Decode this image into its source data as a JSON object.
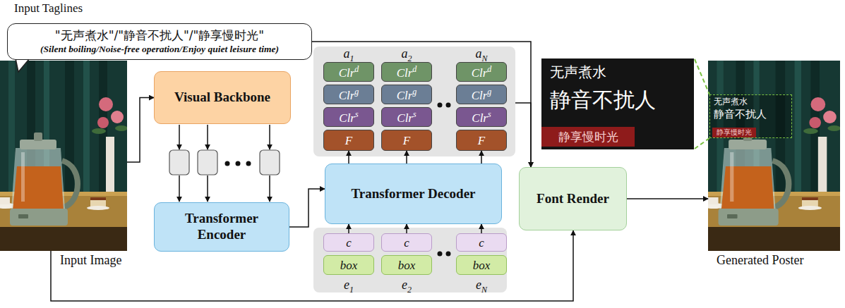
{
  "diagram": {
    "nodes": [
      {
        "text": [
          "\"无声煮水\"/\"静音不扰人\"/\"静享慢时光\"",
          "(Silent boiling/Noise-free operation/Enjoy quiet leisure time)"
        ]
      },
      {
        "text": [
          "Input Image"
        ]
      },
      {
        "text": [
          "Visual Backbone"
        ]
      },
      {
        "text": [
          "Transformer Encoder"
        ]
      },
      {
        "text": [
          "a",
          "1",
          "a",
          "2",
          "a",
          "N"
        ]
      },
      {
        "text": [
          "Clr",
          "d"
        ],
        "in": 4
      },
      {
        "text": [
          "Clr",
          "g"
        ],
        "in": 4
      },
      {
        "text": [
          "Clr",
          "s"
        ],
        "in": 4
      },
      {
        "text": [
          "F"
        ],
        "in": 4
      },
      {
        "text": [
          "Clr",
          "d"
        ],
        "in": 4
      },
      {
        "text": [
          "Clr",
          "g"
        ],
        "in": 4
      },
      {
        "text": [
          "Clr",
          "s"
        ],
        "in": 4
      },
      {
        "text": [
          "F"
        ],
        "in": 4
      },
      {
        "text": [
          "Clr",
          "d"
        ],
        "in": 4
      },
      {
        "text": [
          "Clr",
          "g"
        ],
        "in": 4
      },
      {
        "text": [
          "Clr",
          "s"
        ],
        "in": 4
      },
      {
        "text": [
          "F"
        ],
        "in": 4
      },
      {
        "text": [
          "Transformer Decoder"
        ]
      },
      {
        "text": [
          "e",
          "1",
          "e",
          "2",
          "e",
          "N"
        ]
      },
      {
        "text": [
          "c"
        ],
        "in": 18
      },
      {
        "text": [
          "box"
        ],
        "in": 18
      },
      {
        "text": [
          "c"
        ],
        "in": 18
      },
      {
        "text": [
          "box"
        ],
        "in": 18
      },
      {
        "text": [
          "c"
        ],
        "in": 18
      },
      {
        "text": [
          "box"
        ],
        "in": 18
      },
      {
        "text": [
          "Font Render"
        ]
      },
      {
        "text": [
          "无声煮水",
          "静音不扰人"
        ]
      },
      {
        "text": [
          "静享慢时光"
        ],
        "in": 26
      },
      {
        "text": [
          "Generated Poster"
        ]
      },
      {
        "text": [
          "无声煮水",
          "静音不扰人"
        ],
        "in": 28
      },
      {
        "text": [
          "静享慢时光"
        ],
        "in": 29
      }
    ],
    "edges": [
      {
        "from": 1,
        "to": 2,
        "arrow": "to"
      },
      {
        "from": 3,
        "to": 17,
        "arrow": "to"
      },
      {
        "from": 17,
        "to": 8,
        "arrow": "to"
      },
      {
        "from": 17,
        "to": 12,
        "arrow": "to"
      },
      {
        "from": 17,
        "to": 16,
        "arrow": "to"
      },
      {
        "from": 19,
        "to": 17,
        "arrow": "to"
      },
      {
        "from": 21,
        "to": 17,
        "arrow": "to"
      },
      {
        "from": 23,
        "to": 17,
        "arrow": "to"
      },
      {
        "from": 0,
        "to": 25,
        "arrow": "to"
      },
      {
        "from": 4,
        "to": 25,
        "arrow": "to"
      },
      {
        "from": 1,
        "to": 25,
        "arrow": "to"
      },
      {
        "from": 25,
        "to": 28,
        "arrow": "to"
      }
    ],
    "labels": [
      "Input Taglines"
    ]
  }
}
